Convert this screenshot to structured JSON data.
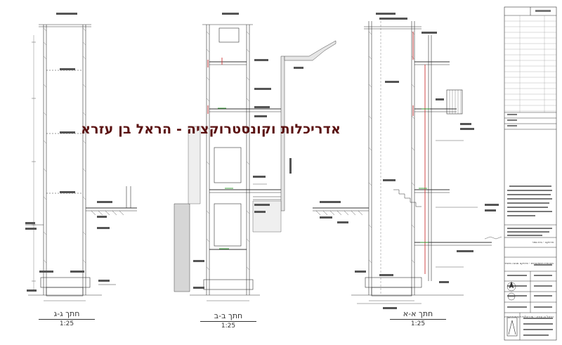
{
  "overlay_title": "אדריכלות וקונסטרוקציה - הראל בן עזרא",
  "sections": [
    {
      "name": "חתך ג-ג",
      "scale": "1:25"
    },
    {
      "name": "חתך ב-ב",
      "scale": "1:25"
    },
    {
      "name": "חתך א-א",
      "scale": "1:25"
    }
  ],
  "title_block": {
    "project": "פרויקט - בית ספר",
    "drawing_title": "מעטפת משמעותית - פרויקט מבנה מיוחד",
    "office": "הראל בן עזרא - אדריכלות וקונסטרוקציה"
  }
}
